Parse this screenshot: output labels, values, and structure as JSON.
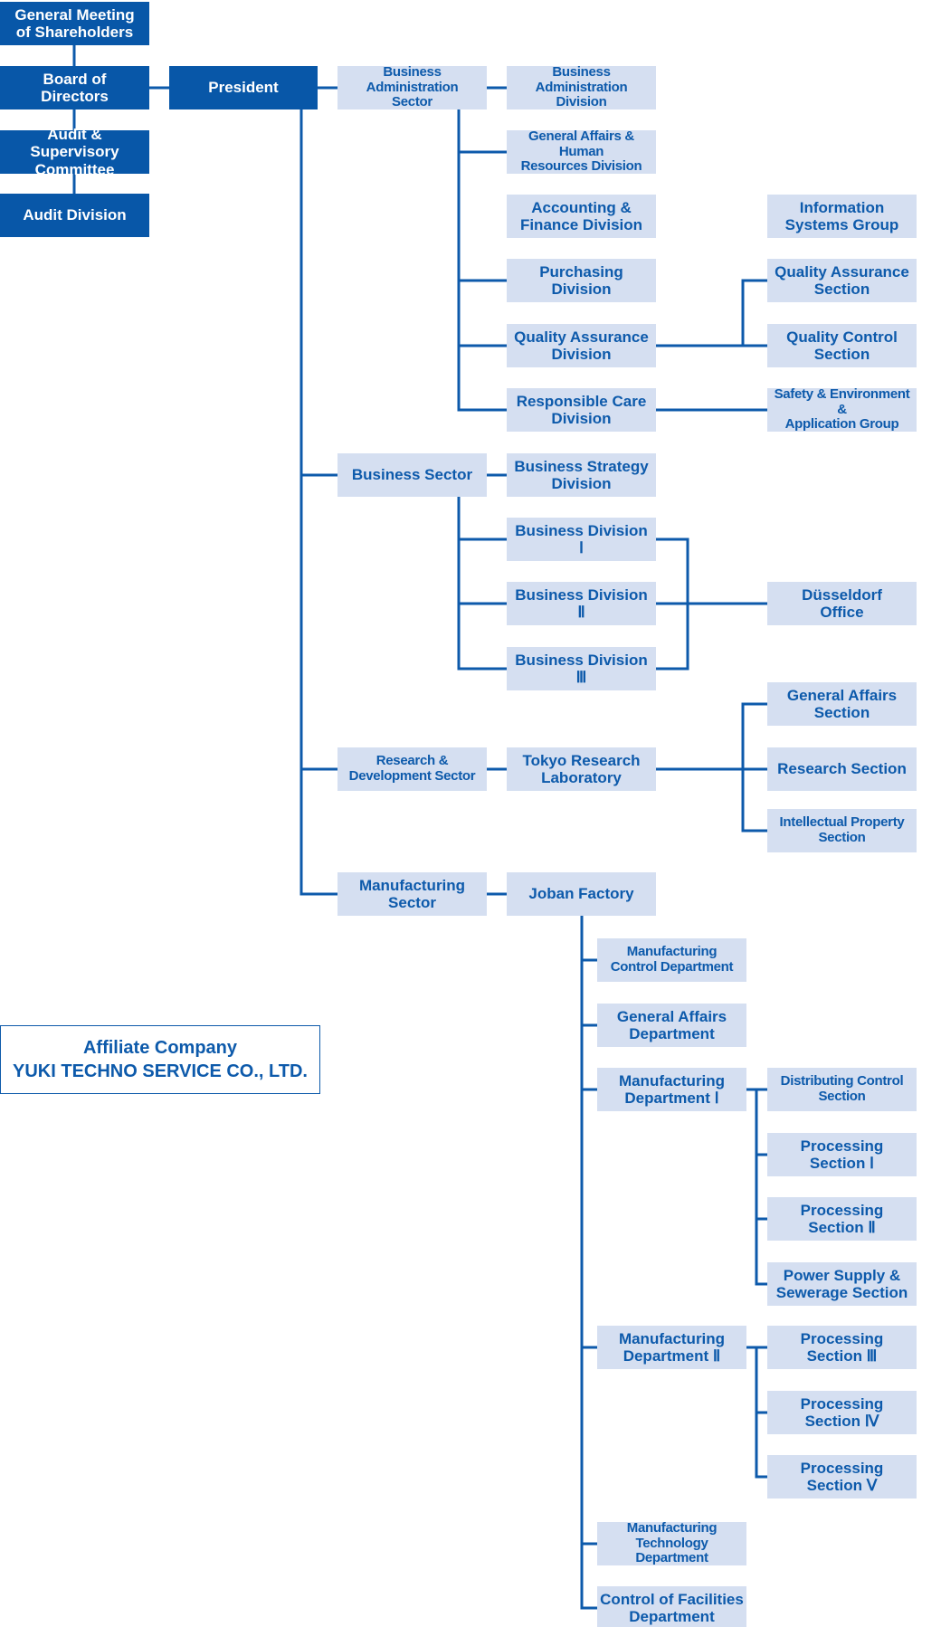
{
  "colors": {
    "dark_box": "#0857a8",
    "light_box": "#d5dff1",
    "text_blue": "#0d5aab",
    "line": "#0d5aab"
  },
  "nodes": {
    "general_meeting": "General Meeting\nof Shareholders",
    "board": "Board of\nDirectors",
    "audit_committee": "Audit & Supervisory\nCommittee",
    "audit_division": "Audit Division",
    "president": "President",
    "biz_admin_sector": "Business Administration\nSector",
    "biz_admin_division": "Business\nAdministration Division",
    "general_affairs_hr": "General Affairs & Human\nResources Division",
    "accounting": "Accounting &\nFinance Division",
    "info_systems": "Information\nSystems Group",
    "purchasing": "Purchasing\nDivision",
    "qa_section": "Quality Assurance\nSection",
    "qa_division": "Quality Assurance\nDivision",
    "qc_section": "Quality Control\nSection",
    "rc_division": "Responsible Care\nDivision",
    "safety_env": "Safety & Environment &\nApplication Group",
    "business_sector": "Business Sector",
    "biz_strategy": "Business Strategy\nDivision",
    "biz_div_1": "Business Division\nⅠ",
    "biz_div_2": "Business Division\nⅡ",
    "dusseldorf": "Düsseldorf\nOffice",
    "biz_div_3": "Business Division\nⅢ",
    "ga_section": "General Affairs\nSection",
    "rd_sector": "Research &\nDevelopment Sector",
    "tokyo_lab": "Tokyo Research\nLaboratory",
    "research_section": "Research Section",
    "ip_section": "Intellectual Property\nSection",
    "mfg_sector": "Manufacturing\nSector",
    "joban": "Joban Factory",
    "mfg_control": "Manufacturing\nControl Department",
    "ga_dept": "General Affairs\nDepartment",
    "mfg_dept_1": "Manufacturing\nDepartment Ⅰ",
    "dist_control": "Distributing Control\nSection",
    "proc_1": "Processing\nSection Ⅰ",
    "proc_2": "Processing\nSection Ⅱ",
    "power_supply": "Power Supply &\nSewerage Section",
    "mfg_dept_2": "Manufacturing\nDepartment Ⅱ",
    "proc_3": "Processing\nSection Ⅲ",
    "proc_4": "Processing\nSection Ⅳ",
    "proc_5": "Processing\nSection Ⅴ",
    "mfg_tech": "Manufacturing\nTechnology Department",
    "facilities": "Control of Facilities\nDepartment"
  },
  "affiliate": {
    "line1": "Affiliate Company",
    "line2": "YUKI TECHNO SERVICE CO., LTD."
  }
}
